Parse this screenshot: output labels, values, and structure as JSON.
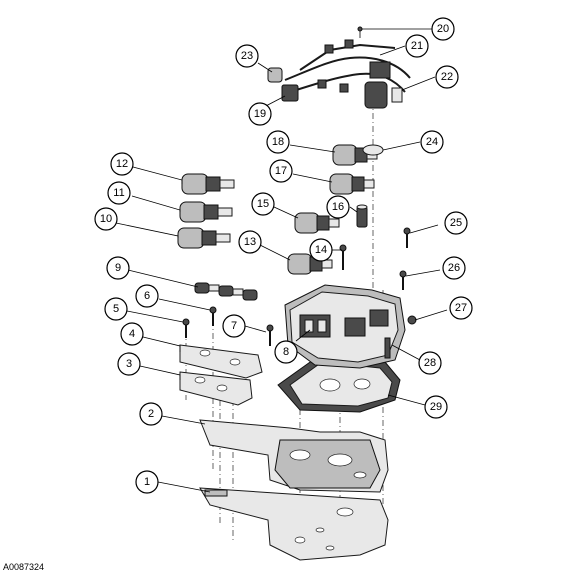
{
  "figure_code": "A0087324",
  "callouts": [
    "1",
    "2",
    "3",
    "4",
    "5",
    "6",
    "7",
    "8",
    "9",
    "10",
    "11",
    "12",
    "13",
    "14",
    "15",
    "16",
    "17",
    "18",
    "19",
    "20",
    "21",
    "22",
    "23",
    "24",
    "25",
    "26",
    "27",
    "28",
    "29"
  ]
}
